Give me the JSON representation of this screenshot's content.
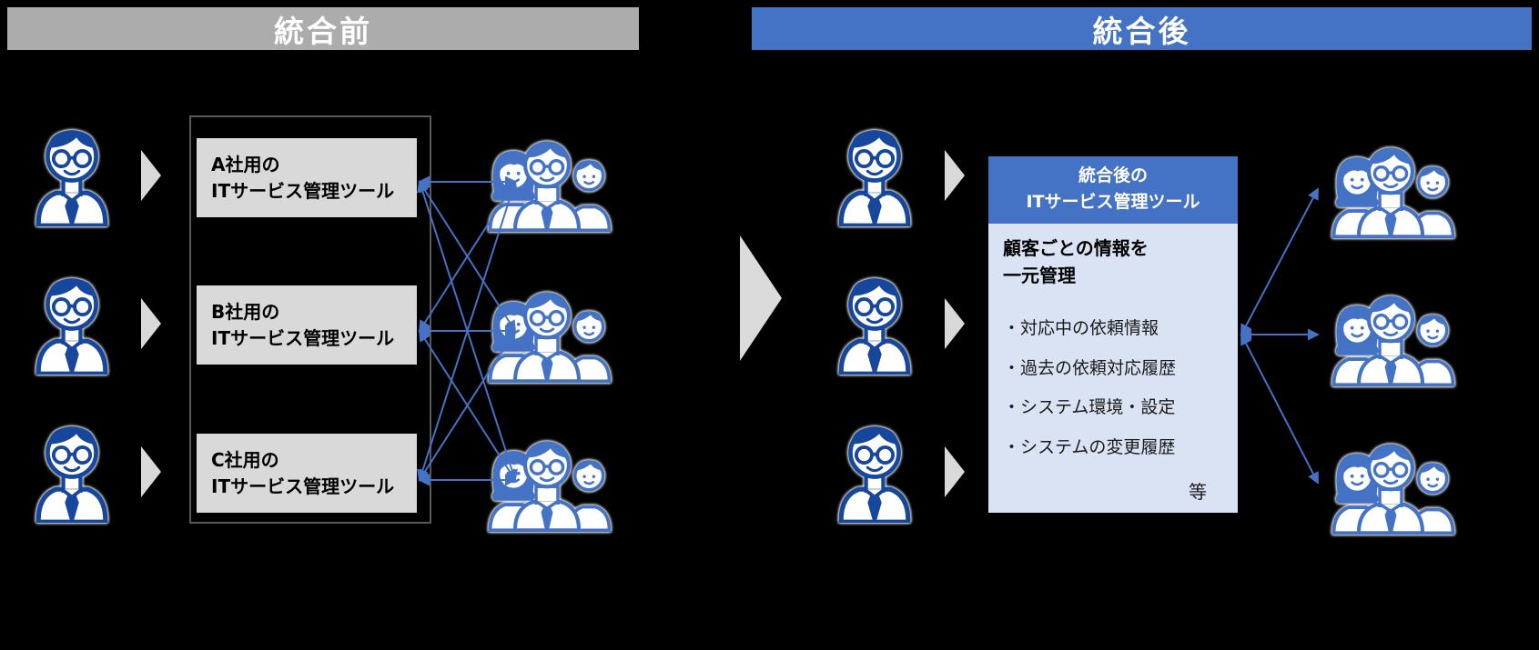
{
  "left_panel": {
    "header": "統合前",
    "tools": [
      {
        "line1": "A社用の",
        "line2": "ITサービス管理ツール"
      },
      {
        "line1": "B社用の",
        "line2": "ITサービス管理ツール"
      },
      {
        "line1": "C社用の",
        "line2": "ITサービス管理ツール"
      }
    ]
  },
  "right_panel": {
    "header": "統合後",
    "tool_box": {
      "title_line1": "統合後の",
      "title_line2": "ITサービス管理ツール",
      "heading_line1": "顧客ごとの情報を",
      "heading_line2": "一元管理",
      "bullets": [
        "・対応中の依頼情報",
        "・過去の依頼対応履歴",
        "・システム環境・設定",
        "・システムの変更履歴"
      ],
      "etc": "等"
    }
  },
  "icons": {
    "person": "businessman-with-glasses-icon",
    "group": "customer-group-icon",
    "small_arrow": "gray-right-triangle-arrow",
    "big_arrow": "transition-right-triangle-arrow",
    "connector": "blue-double-headed-arrow"
  },
  "colors": {
    "background": "#000000",
    "header_gray": "#ACACAC",
    "header_blue": "#4472C4",
    "tool_box_gray": "#D9D9D9",
    "container_border": "#595959",
    "unified_body_blue": "#DAE3F3",
    "arrow_gray": "#D9D9D9",
    "connector_blue": "#4472C4",
    "person_navy": "#17479D",
    "group_blue": "#4472C4"
  }
}
